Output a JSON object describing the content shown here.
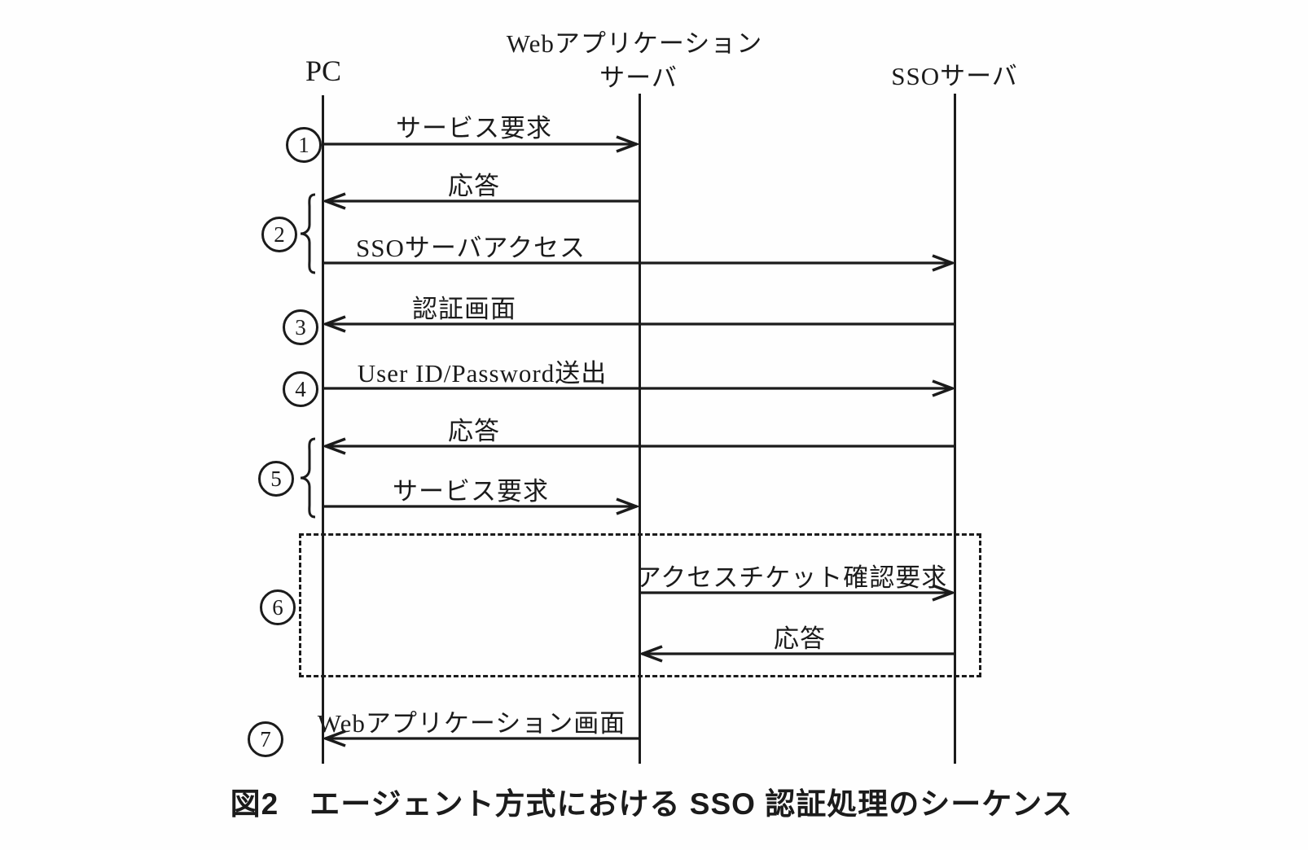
{
  "diagram": {
    "actors": {
      "pc": "PC",
      "web_line1": "Webアプリケーション",
      "web_line2": "サーバ",
      "sso": "SSOサーバ"
    },
    "steps": [
      "1",
      "2",
      "3",
      "4",
      "5",
      "6",
      "7"
    ],
    "messages": [
      {
        "step": "1",
        "label": "サービス要求",
        "from": "PC",
        "to": "Webアプリケーションサーバ"
      },
      {
        "step": "2",
        "label": "応答",
        "from": "Webアプリケーションサーバ",
        "to": "PC"
      },
      {
        "step": "2",
        "label": "SSOサーバアクセス",
        "from": "PC",
        "to": "SSOサーバ"
      },
      {
        "step": "3",
        "label": "認証画面",
        "from": "SSOサーバ",
        "to": "PC"
      },
      {
        "step": "4",
        "label": "User ID/Password送出",
        "from": "PC",
        "to": "SSOサーバ"
      },
      {
        "step": "5",
        "label": "応答",
        "from": "SSOサーバ",
        "to": "PC"
      },
      {
        "step": "5",
        "label": "サービス要求",
        "from": "PC",
        "to": "Webアプリケーションサーバ"
      },
      {
        "step": "6",
        "label": "アクセスチケット確認要求",
        "from": "Webアプリケーションサーバ",
        "to": "SSOサーバ"
      },
      {
        "step": "6",
        "label": "応答",
        "from": "SSOサーバ",
        "to": "Webアプリケーションサーバ"
      },
      {
        "step": "7",
        "label": "Webアプリケーション画面",
        "from": "Webアプリケーションサーバ",
        "to": "PC"
      }
    ],
    "caption": "図2　エージェント方式における SSO 認証処理のシーケンス"
  }
}
